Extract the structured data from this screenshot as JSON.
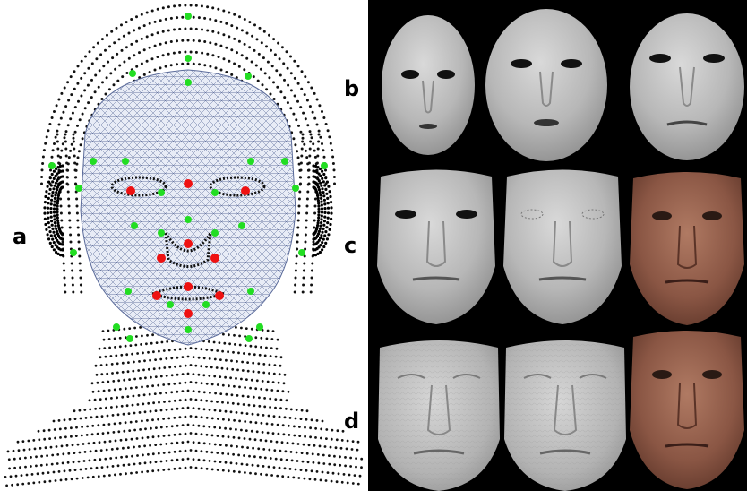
{
  "figure": {
    "panel_labels": {
      "a": "a",
      "b": "b",
      "c": "c",
      "d": "d"
    },
    "colors": {
      "background_left": "#ffffff",
      "background_right": "#000000",
      "point_cloud": "#111111",
      "mesh_lines": "#5b6b9a",
      "mesh_fill": "#e8ecf6",
      "landmark_green": "#22dd22",
      "landmark_red": "#ee1111",
      "render_gray": "#b9b9b9",
      "skin": "#8a5a48"
    },
    "rows": [
      {
        "label": "b",
        "cells": [
          "smooth-template-face",
          "smooth-template-face",
          "smooth-template-face"
        ]
      },
      {
        "label": "c",
        "cells": [
          "fitted-face-with-holes",
          "fitted-face-filled",
          "textured-face"
        ]
      },
      {
        "label": "d",
        "cells": [
          "detailed-scan-face",
          "detailed-scan-face",
          "textured-face"
        ]
      }
    ]
  }
}
